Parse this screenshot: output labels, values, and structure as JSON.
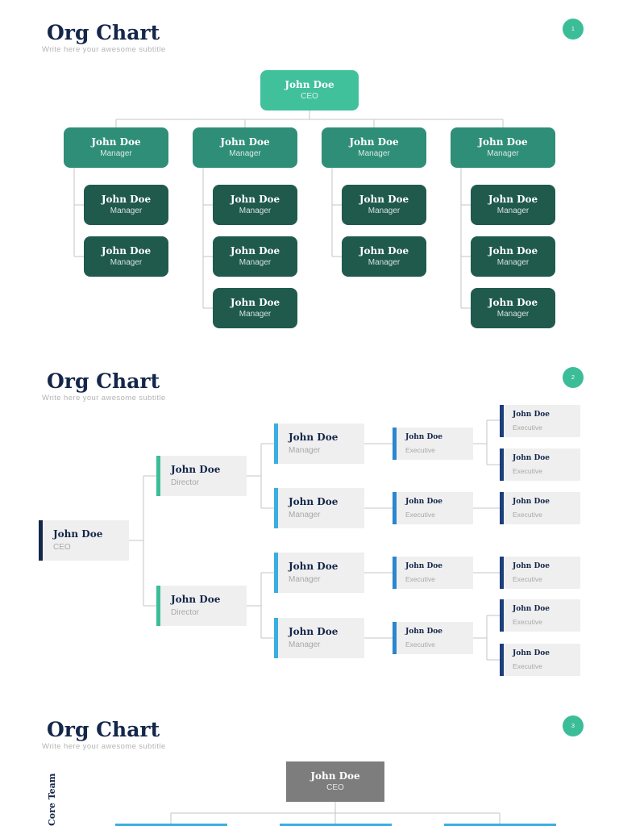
{
  "slides": [
    {
      "title": "Org Chart",
      "subtitle": "Write here your awesome subtitle",
      "page": "1"
    },
    {
      "title": "Org Chart",
      "subtitle": "Write here your awesome subtitle",
      "page": "2"
    },
    {
      "title": "Org Chart",
      "subtitle": "Write here your awesome subtitle",
      "page": "3"
    }
  ],
  "chart1": {
    "ceo": {
      "name": "John Doe",
      "role": "CEO"
    },
    "columns": [
      {
        "manager": {
          "name": "John Doe",
          "role": "Manager"
        },
        "reports": [
          {
            "name": "John Doe",
            "role": "Manager"
          },
          {
            "name": "John Doe",
            "role": "Manager"
          }
        ]
      },
      {
        "manager": {
          "name": "John Doe",
          "role": "Manager"
        },
        "reports": [
          {
            "name": "John Doe",
            "role": "Manager"
          },
          {
            "name": "John Doe",
            "role": "Manager"
          },
          {
            "name": "John Doe",
            "role": "Manager"
          }
        ]
      },
      {
        "manager": {
          "name": "John Doe",
          "role": "Manager"
        },
        "reports": [
          {
            "name": "John Doe",
            "role": "Manager"
          },
          {
            "name": "John Doe",
            "role": "Manager"
          }
        ]
      },
      {
        "manager": {
          "name": "John Doe",
          "role": "Manager"
        },
        "reports": [
          {
            "name": "John Doe",
            "role": "Manager"
          },
          {
            "name": "John Doe",
            "role": "Manager"
          },
          {
            "name": "John Doe",
            "role": "Manager"
          }
        ]
      }
    ],
    "colors": {
      "ceo": "#41c09c",
      "manager": "#2f8e78",
      "report": "#1f5a4d"
    }
  },
  "chart2": {
    "ceo": {
      "name": "John Doe",
      "role": "CEO"
    },
    "directors": [
      {
        "name": "John Doe",
        "role": "Director"
      },
      {
        "name": "John Doe",
        "role": "Director"
      }
    ],
    "managers": [
      {
        "name": "John Doe",
        "role": "Manager"
      },
      {
        "name": "John Doe",
        "role": "Manager"
      },
      {
        "name": "John Doe",
        "role": "Manager"
      },
      {
        "name": "John Doe",
        "role": "Manager"
      }
    ],
    "executives_mid": [
      {
        "name": "John Doe",
        "role": "Executive"
      },
      {
        "name": "John Doe",
        "role": "Executive"
      },
      {
        "name": "John Doe",
        "role": "Executive"
      },
      {
        "name": "John Doe",
        "role": "Executive"
      }
    ],
    "executives_right": [
      {
        "name": "John Doe",
        "role": "Executive"
      },
      {
        "name": "John Doe",
        "role": "Executive"
      },
      {
        "name": "John Doe",
        "role": "Executive"
      },
      {
        "name": "John Doe",
        "role": "Executive"
      },
      {
        "name": "John Doe",
        "role": "Executive"
      },
      {
        "name": "John Doe",
        "role": "Executive"
      }
    ],
    "colors": {
      "ceo": "#14264a",
      "director": "#3bbd98",
      "manager": "#3aaee0",
      "executive_mid": "#2a86cf",
      "executive_right": "#1b3f7a"
    }
  },
  "chart3": {
    "ceo": {
      "name": "John Doe",
      "role": "CEO"
    },
    "side_label": "Core Team",
    "colors": {
      "ceo": "#7d7d7d",
      "bar": "#3aaee0"
    }
  }
}
